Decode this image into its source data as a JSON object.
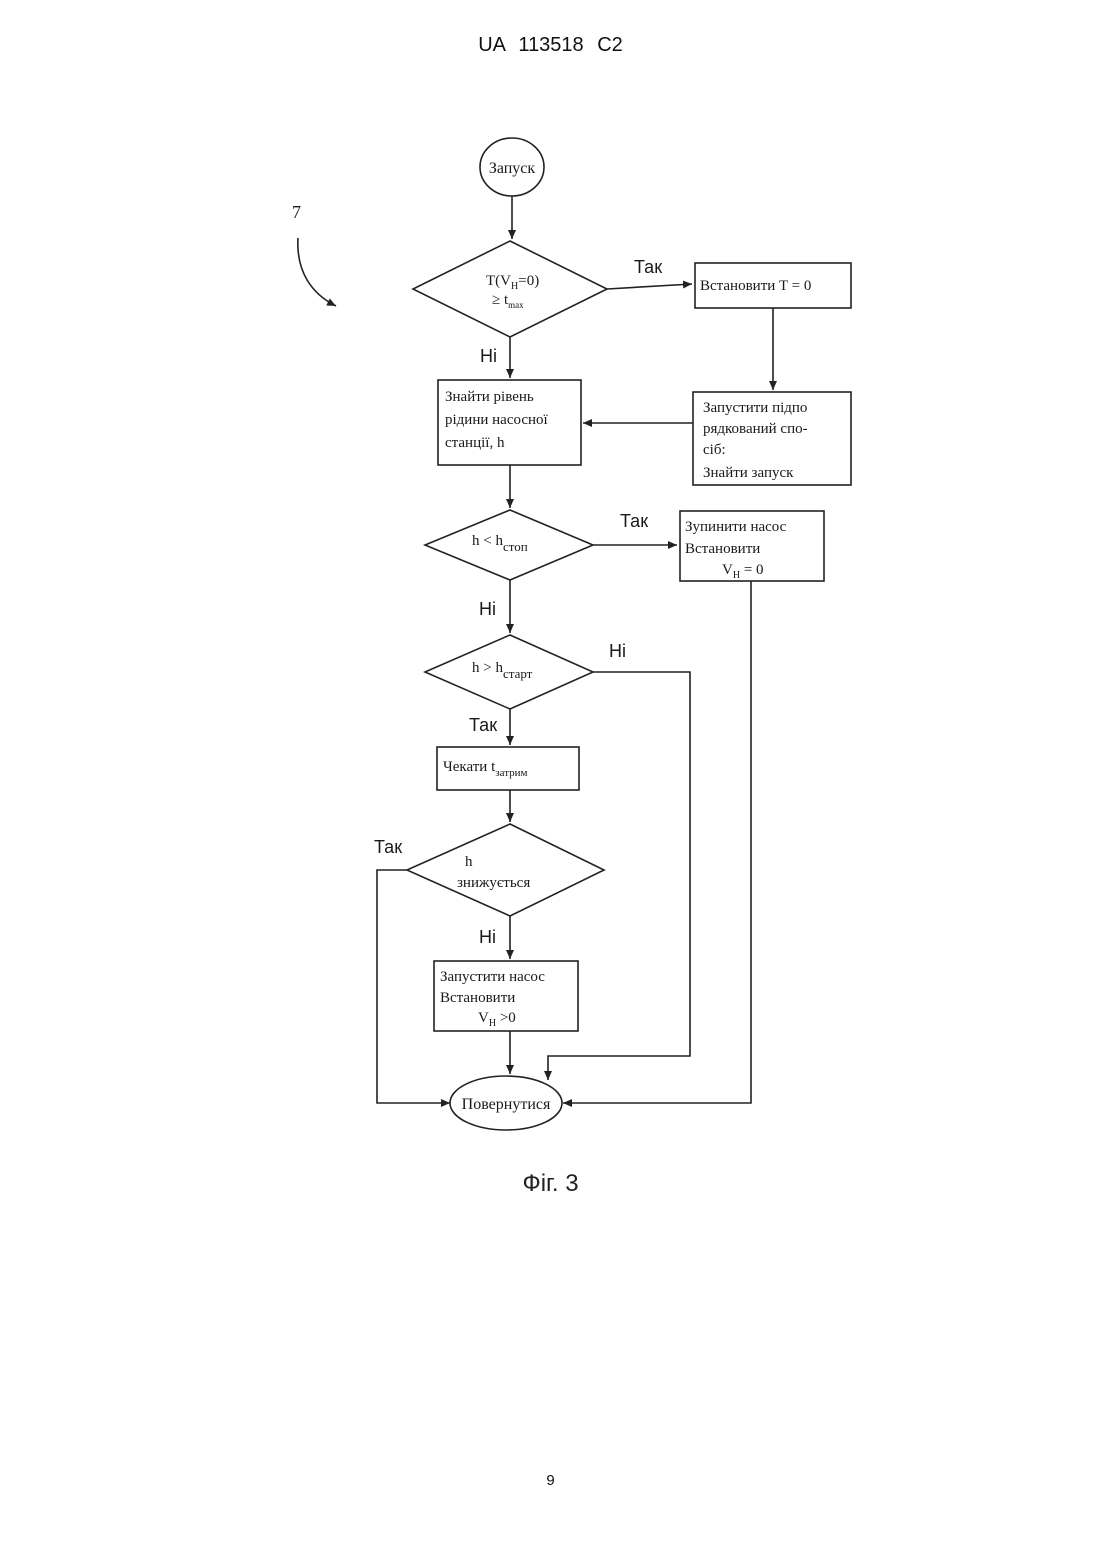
{
  "document": {
    "header": "UA 113518 C2",
    "caption": "Фіг. 3",
    "page_number": "9",
    "reference_numeral": "7"
  },
  "flowchart": {
    "start": "Запуск",
    "decision_timer": {
      "line1": "T(V",
      "sub1": "H",
      "line1_tail": "=0)",
      "line2": "≥ t",
      "sub2": "max"
    },
    "set_t": "Встановити T = 0",
    "run_subordinate": {
      "line1": "Запустити підпо",
      "line2": "рядкований спо-",
      "line3": "сіб:",
      "line4": "Знайти запуск"
    },
    "find_level": {
      "line1": "Знайти рівень",
      "line2": "рідини насосної",
      "line3": "станції, h"
    },
    "decision_stop": {
      "main": "h < h",
      "sub": "стоп"
    },
    "stop_pump": {
      "line1": "Зупинити насос",
      "line2": "Встановити",
      "line3": "V",
      "line3_sub": "H",
      "line3_tail": " = 0"
    },
    "decision_start": {
      "main": "h > h",
      "sub": "старт"
    },
    "wait": {
      "main": "Чекати  t",
      "sub": "затрим"
    },
    "decision_decrease": {
      "line1": "h",
      "line2": "знижується"
    },
    "start_pump": {
      "line1": "Запустити насос",
      "line2": "Встановити",
      "line3": "V",
      "line3_sub": "H",
      "line3_tail": " >0"
    },
    "end": "Повернутися",
    "labels": {
      "yes": "Так",
      "no": "Ні"
    }
  }
}
